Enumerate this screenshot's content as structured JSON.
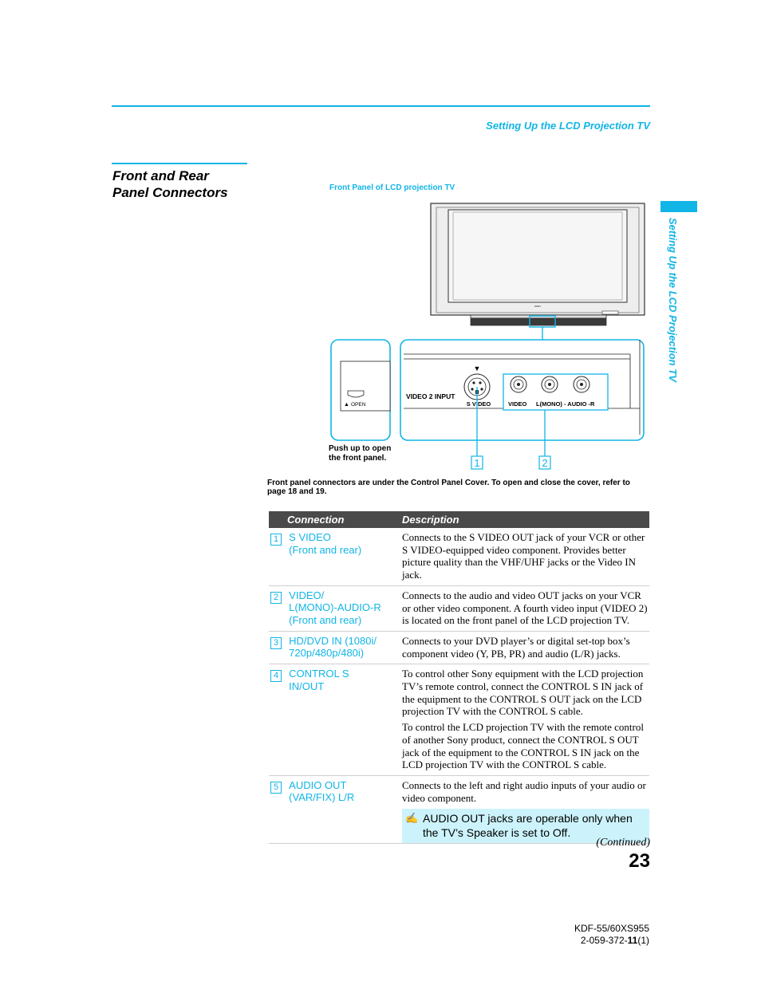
{
  "header": {
    "running_head": "Setting Up the LCD Projection TV",
    "side_tab_text": "Setting Up the LCD Projection TV"
  },
  "section": {
    "title_line1": "Front and Rear",
    "title_line2": "Panel Connectors"
  },
  "figure": {
    "caption": "Front Panel of LCD projection TV",
    "video2_label": "VIDEO 2 INPUT",
    "svideo_label": "S VIDEO",
    "video_label": "VIDEO",
    "audio_label": "L(MONO) - AUDIO -R",
    "open_label": "OPEN",
    "brand_label": "SONY",
    "callout_1": "1",
    "callout_2": "2",
    "push_line1": "Push up to open",
    "push_line2": "the front panel."
  },
  "note": "Front panel connectors are under the Control Panel Cover. To open and close the cover, refer to page 18 and 19.",
  "table": {
    "header_connection": "Connection",
    "header_description": "Description",
    "rows": [
      {
        "num": "1",
        "name_line1": "S VIDEO",
        "name_line2": "(Front and rear)",
        "name_line3": "",
        "desc1": "Connects to the S VIDEO OUT jack of your VCR or other S VIDEO-equipped video component. Provides better picture quality than the VHF/UHF jacks or the Video IN jack.",
        "desc2": ""
      },
      {
        "num": "2",
        "name_line1": "VIDEO/",
        "name_line2": "L(MONO)-AUDIO-R",
        "name_line3": "(Front and rear)",
        "desc1": "Connects to the audio and video OUT jacks on your VCR or other video component. A fourth video input (VIDEO 2) is located on the front panel of the LCD projection TV.",
        "desc2": ""
      },
      {
        "num": "3",
        "name_line1": "HD/DVD IN (1080i/",
        "name_line2": "720p/480p/480i)",
        "name_line3": "",
        "desc1": "Connects to your DVD player’s or digital set-top box’s component video (Y, PB, PR) and audio (L/R) jacks.",
        "desc2": ""
      },
      {
        "num": "4",
        "name_line1": "CONTROL S",
        "name_line2": "IN/OUT",
        "name_line3": "",
        "desc1": "To control other Sony equipment with the LCD projection TV’s remote control, connect the CONTROL S IN jack of the equipment to the CONTROL S OUT jack on the LCD projection TV with the CONTROL S cable.",
        "desc2": "To control the LCD projection TV with the remote control of another Sony product, connect the CONTROL S OUT jack of the equipment to the CONTROL S IN jack on the LCD projection TV with the CONTROL S cable."
      },
      {
        "num": "5",
        "name_line1": "AUDIO OUT",
        "name_line2": "(VAR/FIX) L/R",
        "name_line3": "",
        "desc1": "Connects to the left and right audio inputs of your audio or video component.",
        "desc2": "",
        "tip_icon": "✍",
        "tip": "AUDIO OUT jacks are operable only when the TV’s Speaker is set to Off."
      }
    ]
  },
  "footer": {
    "continued": "(Continued)",
    "page_number": "23",
    "model_line1": "KDF-55/60XS955",
    "model_line2_prefix": "2-059-372-",
    "model_line2_bold": "11",
    "model_line2_suffix": "(1)"
  },
  "colors": {
    "accent": "#11b5e6",
    "header_bg": "#4a4a4a",
    "tip_bg": "#ccf3fb"
  }
}
